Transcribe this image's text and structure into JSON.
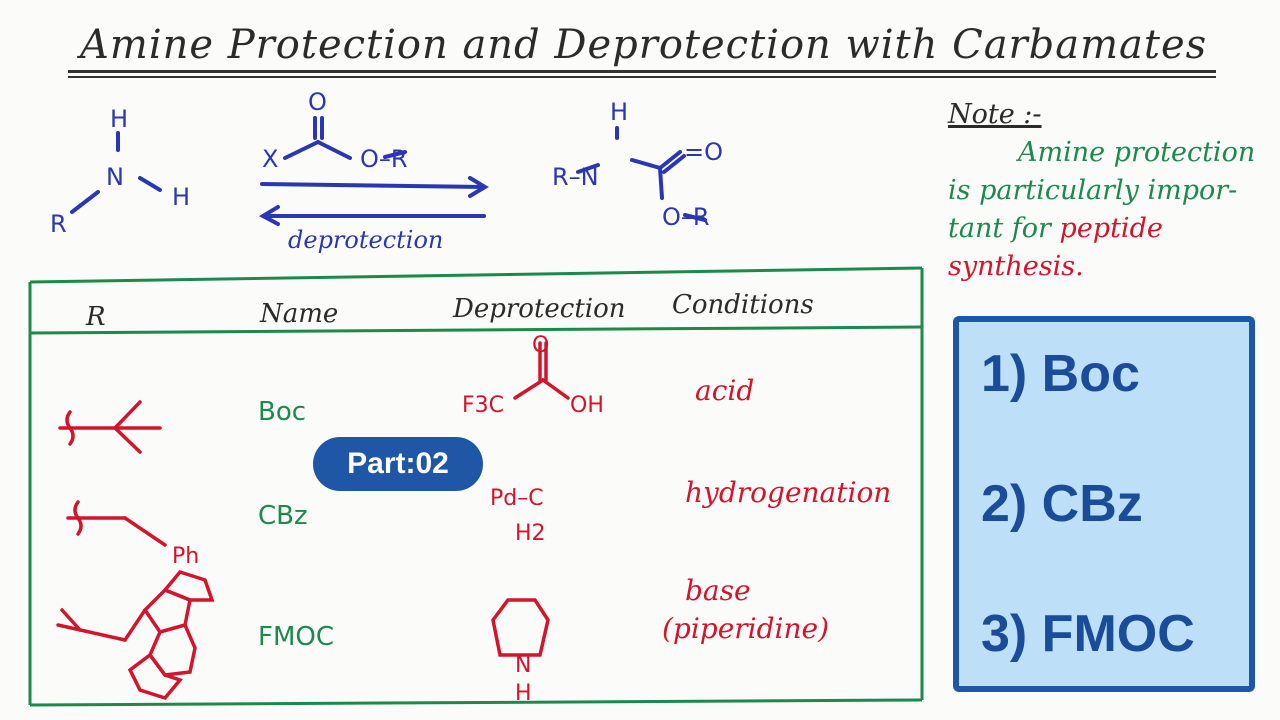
{
  "title": "Amine Protection and Deprotection with Carbamates",
  "scheme": {
    "amine": {
      "n": "N",
      "h": "H",
      "r": "R"
    },
    "reagent": {
      "x": "X",
      "o": "O",
      "or": "O–R"
    },
    "reverse_label": "deprotection",
    "carbamate": {
      "h": "H",
      "n": "R–N",
      "o": "=O",
      "or": "O–R"
    }
  },
  "note": {
    "heading": "Note :-",
    "text_green": "Amine protection is particularly impor-tant for",
    "text_red": "peptide synthesis."
  },
  "table": {
    "headers": [
      "R",
      "Name",
      "Deprotection",
      "Conditions"
    ],
    "rows": [
      {
        "name": "Boc",
        "reagent": [
          "F3C",
          "O",
          "OH"
        ],
        "condition": "acid"
      },
      {
        "name": "CBz",
        "r_label": "Ph",
        "reagent": [
          "Pd–C",
          "H2"
        ],
        "condition": "hydrogenation"
      },
      {
        "name": "FMOC",
        "reagent": [
          "N",
          "H"
        ],
        "condition": "base",
        "condition_sub": "(piperidine)"
      }
    ]
  },
  "badge": "Part:02",
  "list": [
    "1) Boc",
    "2) CBz",
    "3) FMOC"
  ],
  "colors": {
    "blue_ink": "#2a36b4",
    "green_ink": "#1b8a4c",
    "red_ink": "#d3142c",
    "box_fill": "#bedff8",
    "box_border": "#1d58a8",
    "badge": "#1f56a6"
  }
}
